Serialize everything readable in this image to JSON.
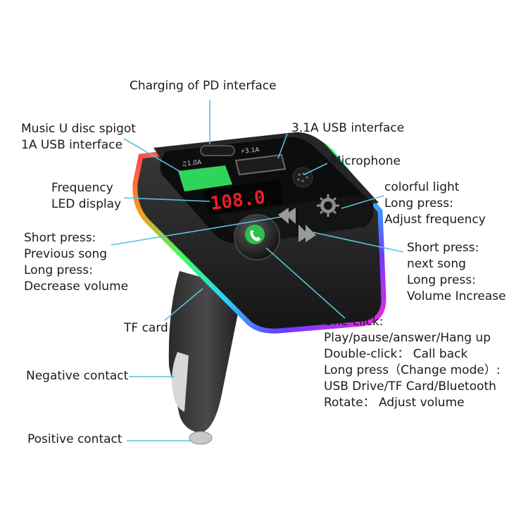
{
  "labels": {
    "pd_interface": "Charging of PD interface",
    "usb_31": "3.1A USB interface",
    "music_1": "Music U disc spigot",
    "music_2": "1A USB interface",
    "microphone": "Microphone",
    "freq_1": "Frequency",
    "freq_2": "LED display",
    "light_1": "colorful light",
    "light_2": "Long press:",
    "light_3": "Adjust frequency",
    "prev_1": "Short press:",
    "prev_2": "Previous song",
    "prev_3": "Long press:",
    "prev_4": "Decrease volume",
    "next_1": "Short press:",
    "next_2": "next song",
    "next_3": "Long press:",
    "next_4": "Volume Increase",
    "tf": "TF card",
    "one_1": "One-click:",
    "one_2": "Play/pause/answer/Hang up",
    "one_3": "Double-click： Call back",
    "one_4": "Long press（Change mode）:",
    "one_5": "USB Drive/TF Card/Bluetooth",
    "one_6": "Rotate： Adjust volume",
    "neg": "Negative contact",
    "pos": "Positive contact"
  },
  "device": {
    "display_text": "108.0",
    "port_left_label": "♫1.0A",
    "port_right_label": "⚡3.1A"
  },
  "colors": {
    "leader_line": "#5bc0de",
    "display_red": "#e8202a",
    "port_green": "#2fd45a",
    "button_green": "#2fbf4a"
  }
}
